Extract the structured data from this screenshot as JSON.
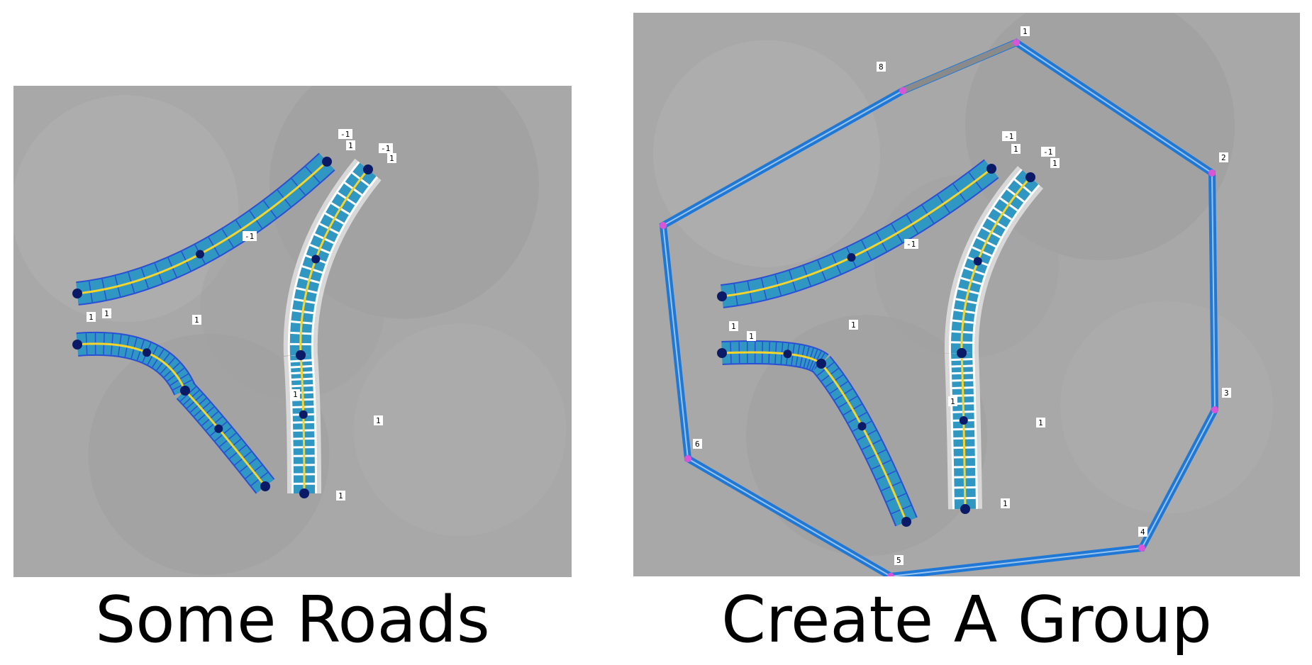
{
  "captions": {
    "left": "Some Roads",
    "right": "Create A Group"
  },
  "colors": {
    "background": "#a8a8a8",
    "road_fill": "#2f97c1",
    "road_edge": "#2a4fd6",
    "road_line": "#f5d42c",
    "node": "#0a1a66",
    "selected_road": "#ffffff",
    "group_outline": "#1f78d6",
    "group_vertex": "#d855d8"
  },
  "left_panel": {
    "lane_labels": [
      "-1",
      "1",
      "-1",
      "1",
      "-1",
      "1",
      "1",
      "1",
      "1",
      "1",
      "1"
    ]
  },
  "right_panel": {
    "lane_labels": [
      "-1",
      "1",
      "-1",
      "1",
      "-1",
      "1",
      "1",
      "1",
      "1",
      "1",
      "1"
    ],
    "vertex_labels": [
      "1",
      "2",
      "3",
      "4",
      "5",
      "6",
      "8"
    ]
  }
}
